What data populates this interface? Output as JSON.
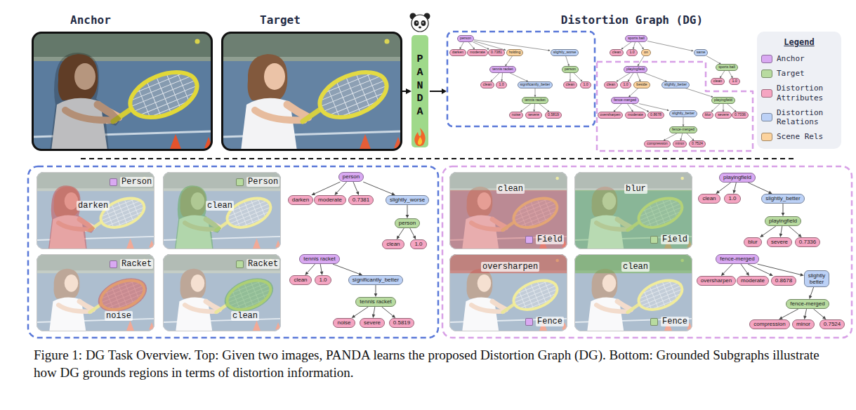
{
  "diagram": {
    "caption": "Figure 1: DG Task Overview. Top: Given two images, PANDA learns the proposed Distortion Graph (DG). Bottom: Grounded Subgraphs illustrate how DG grounds regions in terms of distortion information.",
    "nodes": [
      {
        "text": [
          "Anchor"
        ]
      },
      {
        "text": [
          "Target"
        ]
      },
      {
        "text": [
          "PANDA"
        ]
      },
      {
        "text": [
          "person"
        ]
      },
      {
        "text": [
          "darken"
        ]
      },
      {
        "text": [
          "moderate"
        ]
      },
      {
        "text": [
          "0.7381"
        ]
      },
      {
        "text": [
          "holding"
        ]
      },
      {
        "text": [
          "slightly_worse"
        ]
      },
      {
        "text": [
          "tennis racket"
        ]
      },
      {
        "text": [
          "clean"
        ]
      },
      {
        "text": [
          "1.0"
        ]
      },
      {
        "text": [
          "significantly_better"
        ]
      },
      {
        "text": [
          "tennis racket"
        ]
      },
      {
        "text": [
          "noise"
        ]
      },
      {
        "text": [
          "severe"
        ]
      },
      {
        "text": [
          "0.5819"
        ]
      },
      {
        "text": [
          "person"
        ]
      },
      {
        "text": [
          "clean"
        ]
      },
      {
        "text": [
          "1.0"
        ]
      },
      {
        "text": [
          "sports ball"
        ]
      },
      {
        "text": [
          "clean"
        ]
      },
      {
        "text": [
          "1.0"
        ]
      },
      {
        "text": [
          "on"
        ]
      },
      {
        "text": [
          "same"
        ]
      },
      {
        "text": [
          "sports ball"
        ]
      },
      {
        "text": [
          "clean"
        ]
      },
      {
        "text": [
          "1.0"
        ]
      },
      {
        "text": [
          "playingfield"
        ]
      },
      {
        "text": [
          "clean"
        ]
      },
      {
        "text": [
          "1.0"
        ]
      },
      {
        "text": [
          "beside"
        ]
      },
      {
        "text": [
          "slightly_better"
        ]
      },
      {
        "text": [
          "fence-merged"
        ]
      },
      {
        "text": [
          "oversharpen"
        ]
      },
      {
        "text": [
          "moderate"
        ]
      },
      {
        "text": [
          "0.8678"
        ]
      },
      {
        "text": [
          "slightly_better"
        ]
      },
      {
        "text": [
          "fence-merged"
        ]
      },
      {
        "text": [
          "compression"
        ]
      },
      {
        "text": [
          "minor"
        ]
      },
      {
        "text": [
          "0.7524"
        ]
      },
      {
        "text": [
          "playingfield"
        ]
      },
      {
        "text": [
          "blur"
        ]
      },
      {
        "text": [
          "severe"
        ]
      },
      {
        "text": [
          "0.7336"
        ]
      },
      {
        "text": [
          "Person",
          "darken"
        ]
      },
      {
        "text": [
          "Person",
          "clean"
        ]
      },
      {
        "text": [
          "Racket",
          "noise"
        ]
      },
      {
        "text": [
          "Racket",
          "clean"
        ]
      },
      {
        "text": [
          "person"
        ]
      },
      {
        "text": [
          "darken"
        ]
      },
      {
        "text": [
          "moderate"
        ]
      },
      {
        "text": [
          "0.7381"
        ]
      },
      {
        "text": [
          "slightly_worse"
        ]
      },
      {
        "text": [
          "person"
        ]
      },
      {
        "text": [
          "clean"
        ]
      },
      {
        "text": [
          "1.0"
        ]
      },
      {
        "text": [
          "tennis racket"
        ]
      },
      {
        "text": [
          "clean"
        ]
      },
      {
        "text": [
          "1.0"
        ]
      },
      {
        "text": [
          "significantly_better"
        ]
      },
      {
        "text": [
          "tennis racket"
        ]
      },
      {
        "text": [
          "noise"
        ]
      },
      {
        "text": [
          "severe"
        ]
      },
      {
        "text": [
          "0.5819"
        ]
      },
      {
        "text": [
          "clean",
          "Field"
        ]
      },
      {
        "text": [
          "blur",
          "Field"
        ]
      },
      {
        "text": [
          "oversharpen",
          "Fence"
        ]
      },
      {
        "text": [
          "clean",
          "Fence"
        ]
      },
      {
        "text": [
          "playingfield"
        ]
      },
      {
        "text": [
          "clean"
        ]
      },
      {
        "text": [
          "1.0"
        ]
      },
      {
        "text": [
          "slightly_better"
        ]
      },
      {
        "text": [
          "playingfield"
        ]
      },
      {
        "text": [
          "blur"
        ]
      },
      {
        "text": [
          "severe"
        ]
      },
      {
        "text": [
          "0.7336"
        ]
      },
      {
        "text": [
          "fence-merged"
        ]
      },
      {
        "text": [
          "oversharpen"
        ]
      },
      {
        "text": [
          "moderate"
        ]
      },
      {
        "text": [
          "0.8678"
        ]
      },
      {
        "text": [
          "slightly better"
        ]
      },
      {
        "text": [
          "fence-merged"
        ]
      },
      {
        "text": [
          "compression"
        ]
      },
      {
        "text": [
          "minor"
        ]
      },
      {
        "text": [
          "0.7524"
        ]
      }
    ],
    "edges": [
      {
        "from": 1,
        "to": 2,
        "arrow": "to"
      },
      {
        "from": 3,
        "to": 4,
        "arrow": "to"
      },
      {
        "from": 3,
        "to": 5,
        "arrow": "to"
      },
      {
        "from": 3,
        "to": 6,
        "arrow": "to"
      },
      {
        "from": 3,
        "to": 7,
        "arrow": "to"
      },
      {
        "from": 3,
        "to": 8,
        "arrow": "to"
      },
      {
        "from": 7,
        "to": 9,
        "arrow": "to"
      },
      {
        "from": 8,
        "to": 17,
        "arrow": "to"
      },
      {
        "from": 9,
        "to": 10,
        "arrow": "to"
      },
      {
        "from": 9,
        "to": 11,
        "arrow": "to"
      },
      {
        "from": 9,
        "to": 12,
        "arrow": "to"
      },
      {
        "from": 12,
        "to": 13,
        "arrow": "to"
      },
      {
        "from": 13,
        "to": 14,
        "arrow": "to"
      },
      {
        "from": 13,
        "to": 15,
        "arrow": "to"
      },
      {
        "from": 13,
        "to": 16,
        "arrow": "to"
      },
      {
        "from": 17,
        "to": 18,
        "arrow": "to"
      },
      {
        "from": 17,
        "to": 19,
        "arrow": "to"
      },
      {
        "from": 20,
        "to": 21,
        "arrow": "to"
      },
      {
        "from": 20,
        "to": 22,
        "arrow": "to"
      },
      {
        "from": 20,
        "to": 23,
        "arrow": "to"
      },
      {
        "from": 20,
        "to": 24,
        "arrow": "to"
      },
      {
        "from": 23,
        "to": 28,
        "arrow": "to"
      },
      {
        "from": 24,
        "to": 25,
        "arrow": "to"
      },
      {
        "from": 25,
        "to": 26,
        "arrow": "to"
      },
      {
        "from": 25,
        "to": 27,
        "arrow": "to"
      },
      {
        "from": 28,
        "to": 29,
        "arrow": "to"
      },
      {
        "from": 28,
        "to": 30,
        "arrow": "to"
      },
      {
        "from": 28,
        "to": 31,
        "arrow": "to"
      },
      {
        "from": 28,
        "to": 32,
        "arrow": "to"
      },
      {
        "from": 31,
        "to": 33,
        "arrow": "to"
      },
      {
        "from": 32,
        "to": 42,
        "arrow": "to"
      },
      {
        "from": 33,
        "to": 34,
        "arrow": "to"
      },
      {
        "from": 33,
        "to": 35,
        "arrow": "to"
      },
      {
        "from": 33,
        "to": 36,
        "arrow": "to"
      },
      {
        "from": 33,
        "to": 37,
        "arrow": "to"
      },
      {
        "from": 37,
        "to": 38,
        "arrow": "to"
      },
      {
        "from": 38,
        "to": 39,
        "arrow": "to"
      },
      {
        "from": 38,
        "to": 40,
        "arrow": "to"
      },
      {
        "from": 38,
        "to": 41,
        "arrow": "to"
      },
      {
        "from": 42,
        "to": 43,
        "arrow": "to"
      },
      {
        "from": 42,
        "to": 44,
        "arrow": "to"
      },
      {
        "from": 42,
        "to": 45,
        "arrow": "to"
      },
      {
        "from": 50,
        "to": 51,
        "arrow": "to"
      },
      {
        "from": 50,
        "to": 52,
        "arrow": "to"
      },
      {
        "from": 50,
        "to": 53,
        "arrow": "to"
      },
      {
        "from": 50,
        "to": 54,
        "arrow": "to"
      },
      {
        "from": 54,
        "to": 55,
        "arrow": "to"
      },
      {
        "from": 55,
        "to": 56,
        "arrow": "to"
      },
      {
        "from": 55,
        "to": 57,
        "arrow": "to"
      },
      {
        "from": 58,
        "to": 59,
        "arrow": "to"
      },
      {
        "from": 58,
        "to": 60,
        "arrow": "to"
      },
      {
        "from": 58,
        "to": 61,
        "arrow": "to"
      },
      {
        "from": 61,
        "to": 62,
        "arrow": "to"
      },
      {
        "from": 62,
        "to": 63,
        "arrow": "to"
      },
      {
        "from": 62,
        "to": 64,
        "arrow": "to"
      },
      {
        "from": 62,
        "to": 65,
        "arrow": "to"
      },
      {
        "from": 70,
        "to": 71,
        "arrow": "to"
      },
      {
        "from": 70,
        "to": 72,
        "arrow": "to"
      },
      {
        "from": 70,
        "to": 73,
        "arrow": "to"
      },
      {
        "from": 73,
        "to": 74,
        "arrow": "to"
      },
      {
        "from": 74,
        "to": 75,
        "arrow": "to"
      },
      {
        "from": 74,
        "to": 76,
        "arrow": "to"
      },
      {
        "from": 74,
        "to": 77,
        "arrow": "to"
      },
      {
        "from": 78,
        "to": 79,
        "arrow": "to"
      },
      {
        "from": 78,
        "to": 80,
        "arrow": "to"
      },
      {
        "from": 78,
        "to": 81,
        "arrow": "to"
      },
      {
        "from": 78,
        "to": 82,
        "arrow": "to"
      },
      {
        "from": 82,
        "to": 83,
        "arrow": "to"
      },
      {
        "from": 83,
        "to": 84,
        "arrow": "to"
      },
      {
        "from": 83,
        "to": 85,
        "arrow": "to"
      },
      {
        "from": 83,
        "to": 86,
        "arrow": "to"
      }
    ],
    "labels": [
      "Distortion Graph (DG)",
      "Legend"
    ],
    "legend": [
      {
        "text": "Anchor",
        "color": "#d9a9f2"
      },
      {
        "text": "Target",
        "color": "#b8dba0"
      },
      {
        "text": "Distortion Attributes",
        "color": "#f5a5c2"
      },
      {
        "text": "Distortion Relations",
        "color": "#bcd1f6"
      },
      {
        "text": "Scene Rels",
        "color": "#fcd39e"
      }
    ]
  }
}
